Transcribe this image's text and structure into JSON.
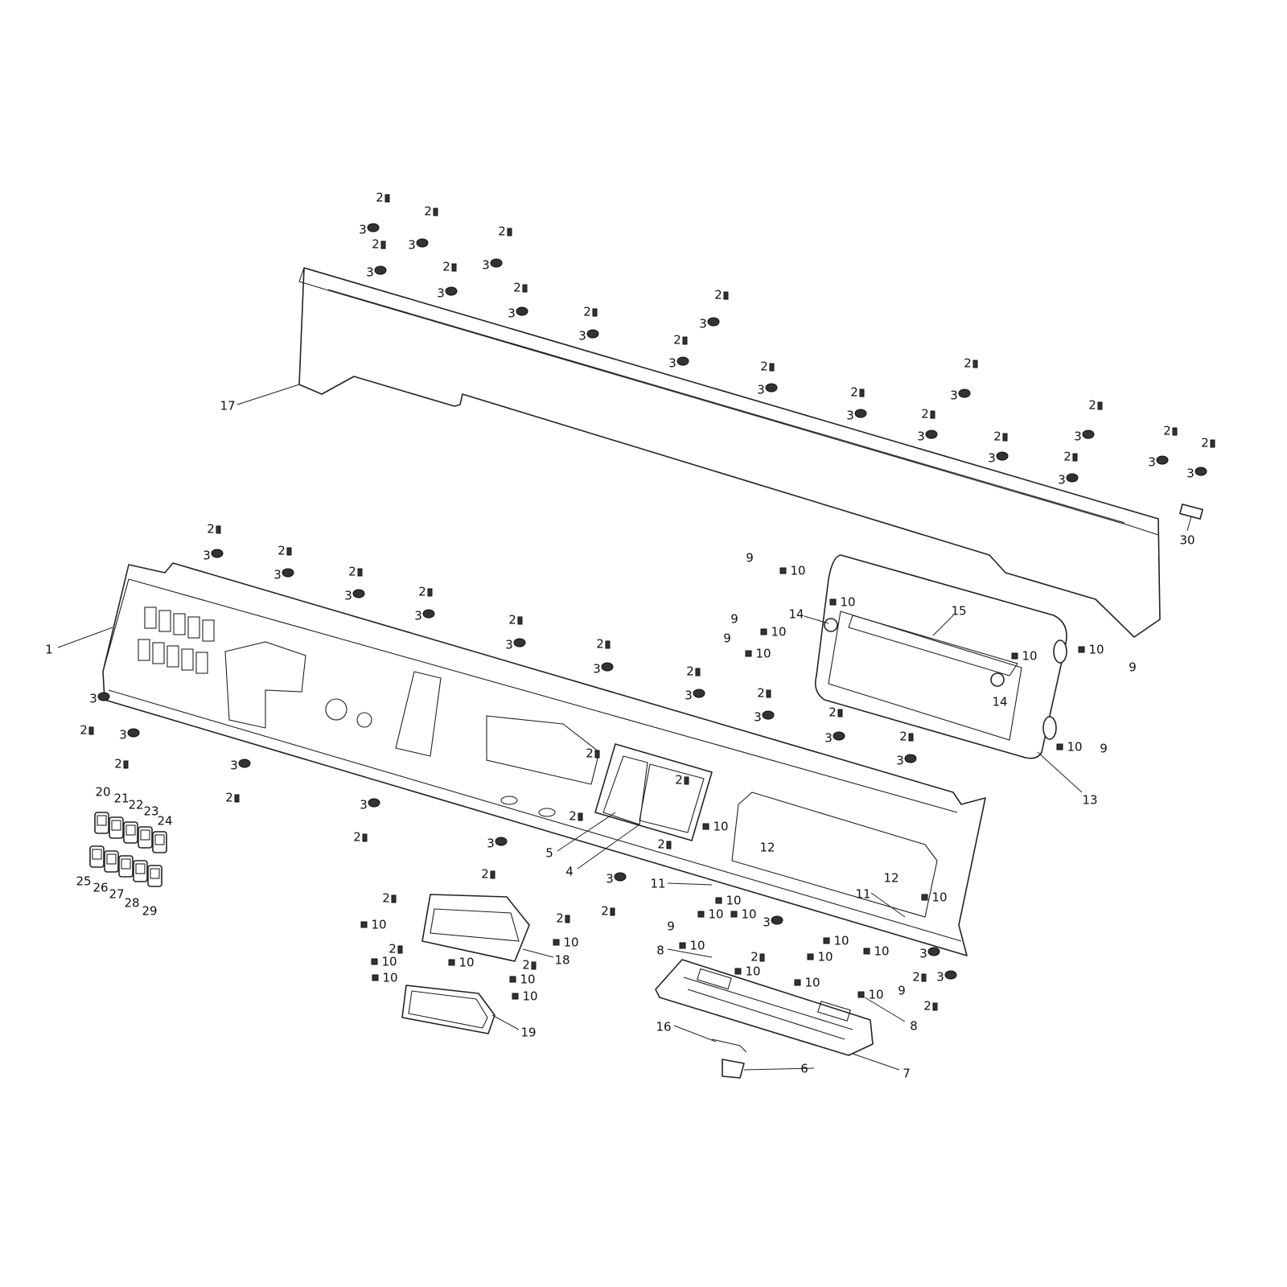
{
  "callout_labels": [
    "2",
    "3",
    "2",
    "3",
    "2",
    "3",
    "2",
    "3",
    "2",
    "3",
    "2",
    "3",
    "2",
    "3",
    "2",
    "3",
    "2",
    "3",
    "2",
    "3",
    "2",
    "3",
    "2",
    "3",
    "2",
    "3",
    "2",
    "3",
    "2",
    "3",
    "2",
    "3",
    "2",
    "3",
    "2",
    "3",
    "30",
    "17",
    "2",
    "3",
    "2",
    "3",
    "2",
    "3",
    "2",
    "3",
    "2",
    "3",
    "2",
    "3",
    "2",
    "3",
    "2",
    "3",
    "2",
    "3",
    "2",
    "3",
    "1",
    "3",
    "2",
    "3",
    "2",
    "3",
    "2",
    "3",
    "2",
    "3",
    "2",
    "3",
    "2",
    "2",
    "2",
    "2",
    "2",
    "5",
    "4",
    "20",
    "21",
    "22",
    "23",
    "24",
    "25",
    "26",
    "27",
    "28",
    "29",
    "9",
    "10",
    "9",
    "10",
    "9",
    "10",
    "14",
    "10",
    "15",
    "10",
    "14",
    "10",
    "9",
    "10",
    "9",
    "13",
    "10",
    "12",
    "11",
    "12",
    "10",
    "11",
    "10",
    "10",
    "10",
    "3",
    "9",
    "10",
    "8",
    "2",
    "10",
    "10",
    "10",
    "10",
    "10",
    "10",
    "9",
    "3",
    "2",
    "3",
    "2",
    "8",
    "16",
    "6",
    "7",
    "2",
    "10",
    "2",
    "10",
    "2",
    "10",
    "10",
    "2",
    "18",
    "10",
    "10",
    "10",
    "19"
  ],
  "colors": {
    "line": "#222222",
    "background": "#ffffff"
  }
}
